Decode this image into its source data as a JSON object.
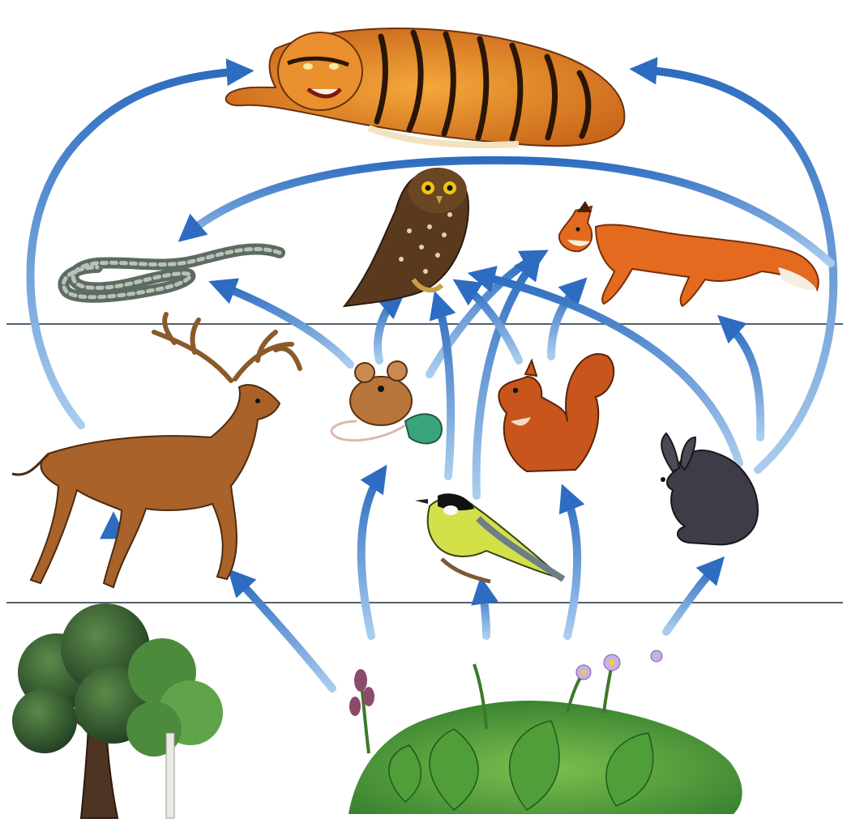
{
  "diagram": {
    "kind": "food-web",
    "trophic_levels": [
      {
        "id": "producers",
        "organisms": [
          "tree-icon",
          "plants-icon"
        ]
      },
      {
        "id": "herbivores",
        "organisms": [
          "deer-icon",
          "mouse-icon",
          "squirrel-icon",
          "tit-icon",
          "rabbit-icon"
        ]
      },
      {
        "id": "predators",
        "organisms": [
          "snake-icon",
          "owl-icon",
          "fox-icon",
          "tiger-icon"
        ]
      }
    ],
    "feeding_links": [
      {
        "from": "tree",
        "to": "deer"
      },
      {
        "from": "plants",
        "to": "deer"
      },
      {
        "from": "plants",
        "to": "mouse"
      },
      {
        "from": "plants",
        "to": "tit"
      },
      {
        "from": "plants",
        "to": "squirrel"
      },
      {
        "from": "plants",
        "to": "rabbit"
      },
      {
        "from": "deer",
        "to": "tiger"
      },
      {
        "from": "rabbit",
        "to": "tiger"
      },
      {
        "from": "rabbit",
        "to": "fox"
      },
      {
        "from": "rabbit",
        "to": "owl"
      },
      {
        "from": "mouse",
        "to": "snake"
      },
      {
        "from": "mouse",
        "to": "owl"
      },
      {
        "from": "mouse",
        "to": "fox"
      },
      {
        "from": "tit",
        "to": "owl"
      },
      {
        "from": "tit",
        "to": "fox"
      },
      {
        "from": "squirrel",
        "to": "owl"
      },
      {
        "from": "squirrel",
        "to": "fox"
      },
      {
        "from": "fox",
        "to": "snake"
      }
    ],
    "colors": {
      "arrow": "#2d6cc0",
      "arrow_light": "#9cc3ea",
      "divider": "#55606a",
      "background": "#ffffff"
    }
  }
}
